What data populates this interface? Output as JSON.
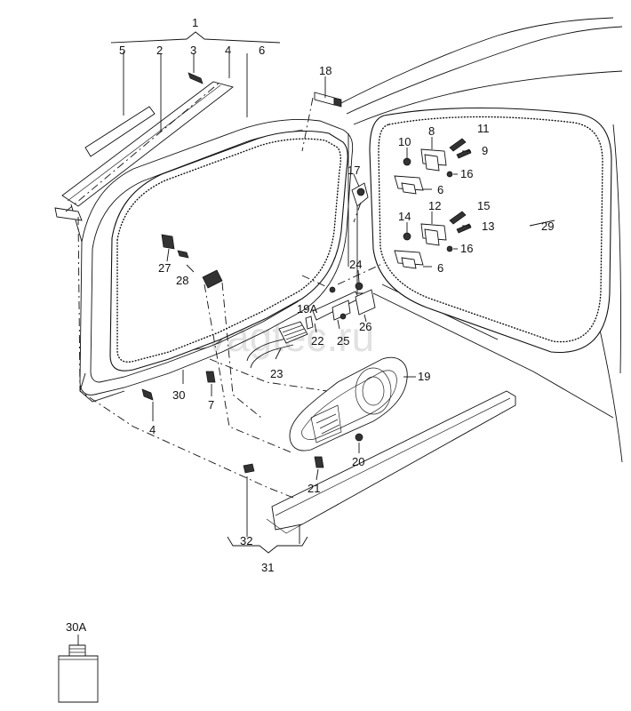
{
  "watermark": "vagtec.ru",
  "labels": {
    "p1": "1",
    "p2": "2",
    "p3": "3",
    "p4a": "4",
    "p4b": "4",
    "p5": "5",
    "p6a": "6",
    "p6b": "6",
    "p6c": "6",
    "p7": "7",
    "p8": "8",
    "p9": "9",
    "p10": "10",
    "p11": "11",
    "p12": "12",
    "p13": "13",
    "p14": "14",
    "p15": "15",
    "p16a": "16",
    "p16b": "16",
    "p17": "17",
    "p18": "18",
    "p19": "19",
    "p19a": "19A",
    "p20": "20",
    "p21": "21",
    "p22": "22",
    "p23": "23",
    "p24": "24",
    "p25": "25",
    "p26": "26",
    "p27": "27",
    "p28": "28",
    "p29": "29",
    "p30": "30",
    "p30a": "30A",
    "p31": "31",
    "p32": "32"
  }
}
